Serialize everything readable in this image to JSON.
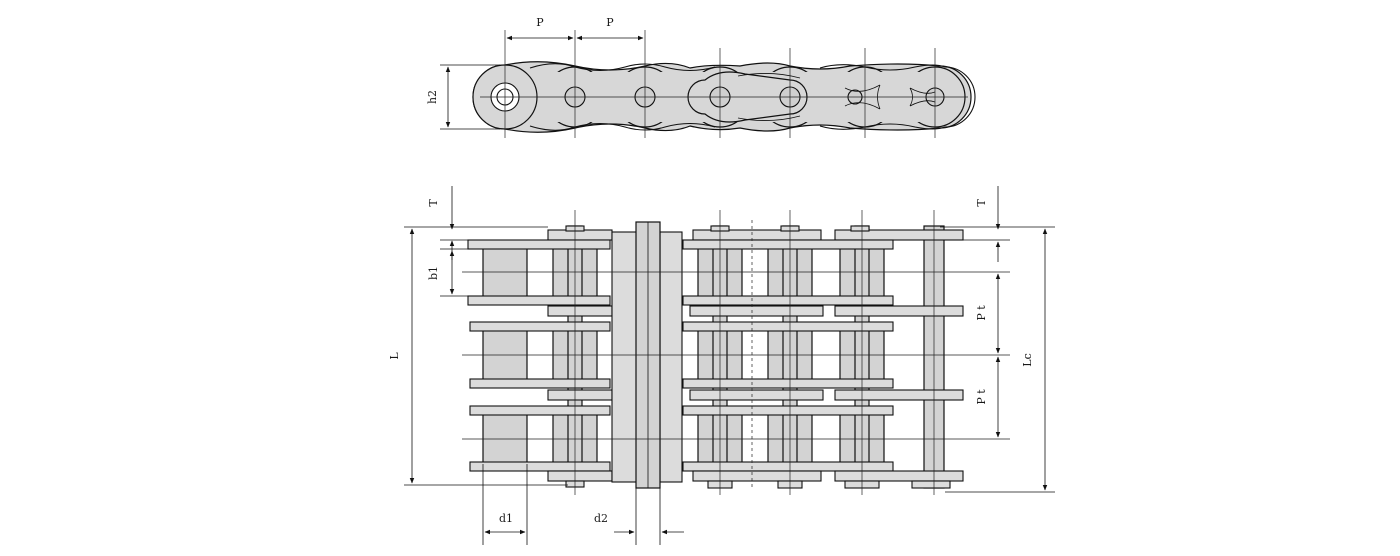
{
  "labels": {
    "pitch_1": "P",
    "pitch_2": "P",
    "height": "h2",
    "thickness_left": "T",
    "thickness_right": "T",
    "inner_width": "b1",
    "overall_length": "L",
    "connector_length": "Lc",
    "transverse_pitch_1": "P t",
    "transverse_pitch_2": "P t",
    "roller_diameter": "d1",
    "pin_diameter": "d2"
  },
  "colors": {
    "part_fill": "#d7d7d7",
    "line": "#111111",
    "background": "#ffffff"
  }
}
